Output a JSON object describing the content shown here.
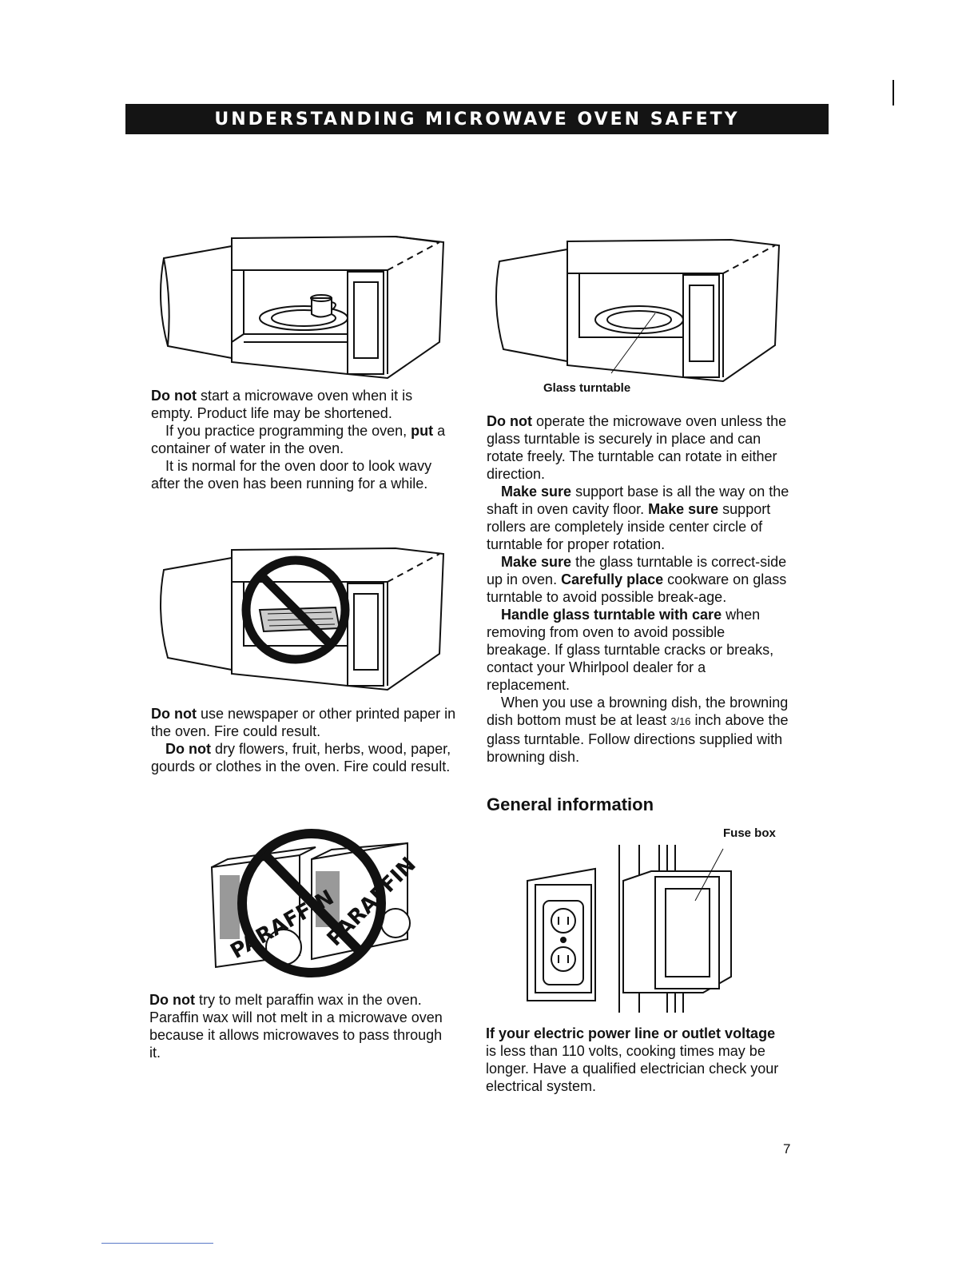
{
  "header": {
    "title": "UNDERSTANDING MICROWAVE OVEN SAFETY"
  },
  "left_column": {
    "block1": {
      "p1_bold": "Do not",
      "p1_text": " start a microwave oven when it is empty. Product life may be shortened.",
      "p2_text": "If you practice programming the oven, ",
      "p2_bold": "put",
      "p2_text2": " a container of water in the oven.",
      "p3_text": "It is normal for the oven door to look wavy after the oven has been running for a while."
    },
    "block2": {
      "p1_bold": "Do not",
      "p1_text": " use newspaper or other printed paper in the oven. Fire could result.",
      "p2_bold": "Do not",
      "p2_text": " dry flowers, fruit, herbs, wood, paper, gourds or clothes in the oven. Fire could result."
    },
    "block3": {
      "p1_bold": "Do not",
      "p1_text": " try to melt paraffin wax in the oven. Paraffin wax will not melt in a microwave oven because it allows microwaves to pass through it."
    }
  },
  "right_column": {
    "turntable_caption": "Glass turntable",
    "block1": {
      "p1_bold": "Do not",
      "p1_text": " operate the microwave oven unless the glass turntable is securely in place and can rotate freely. The turntable can rotate in either direction.",
      "p2_bold": "Make sure",
      "p2_text": " support base is all the way on the shaft in oven cavity floor. ",
      "p2_bold2": "Make sure",
      "p2_text2": " support rollers are completely inside center circle of turntable for proper rotation.",
      "p3_bold": "Make sure",
      "p3_text": " the glass turntable is correct-side up in oven. ",
      "p3_bold2": "Carefully place",
      "p3_text2": " cookware on glass turntable to avoid possible break-age.",
      "p4_bold": "Handle glass turntable with care",
      "p4_text": " when removing from oven to avoid possible breakage. If glass turntable cracks or breaks, contact your Whirlpool dealer for a replacement.",
      "p5_text": "When you use a browning dish, the browning dish bottom must be at least",
      "p5_fraction": "3/16",
      "p5_text2": " inch above the glass turntable. Follow directions supplied with browning dish."
    },
    "general_heading": "General information",
    "fuse_caption": "Fuse box",
    "block2": {
      "p1_bold": "If your electric power line or outlet voltage",
      "p1_text": " is less than 110 volts, cooking times may be longer. Have a qualified electrician check your electrical system."
    }
  },
  "footer": {
    "page_number": "7"
  },
  "labels": {
    "paraffin": "PARAFFIN"
  }
}
